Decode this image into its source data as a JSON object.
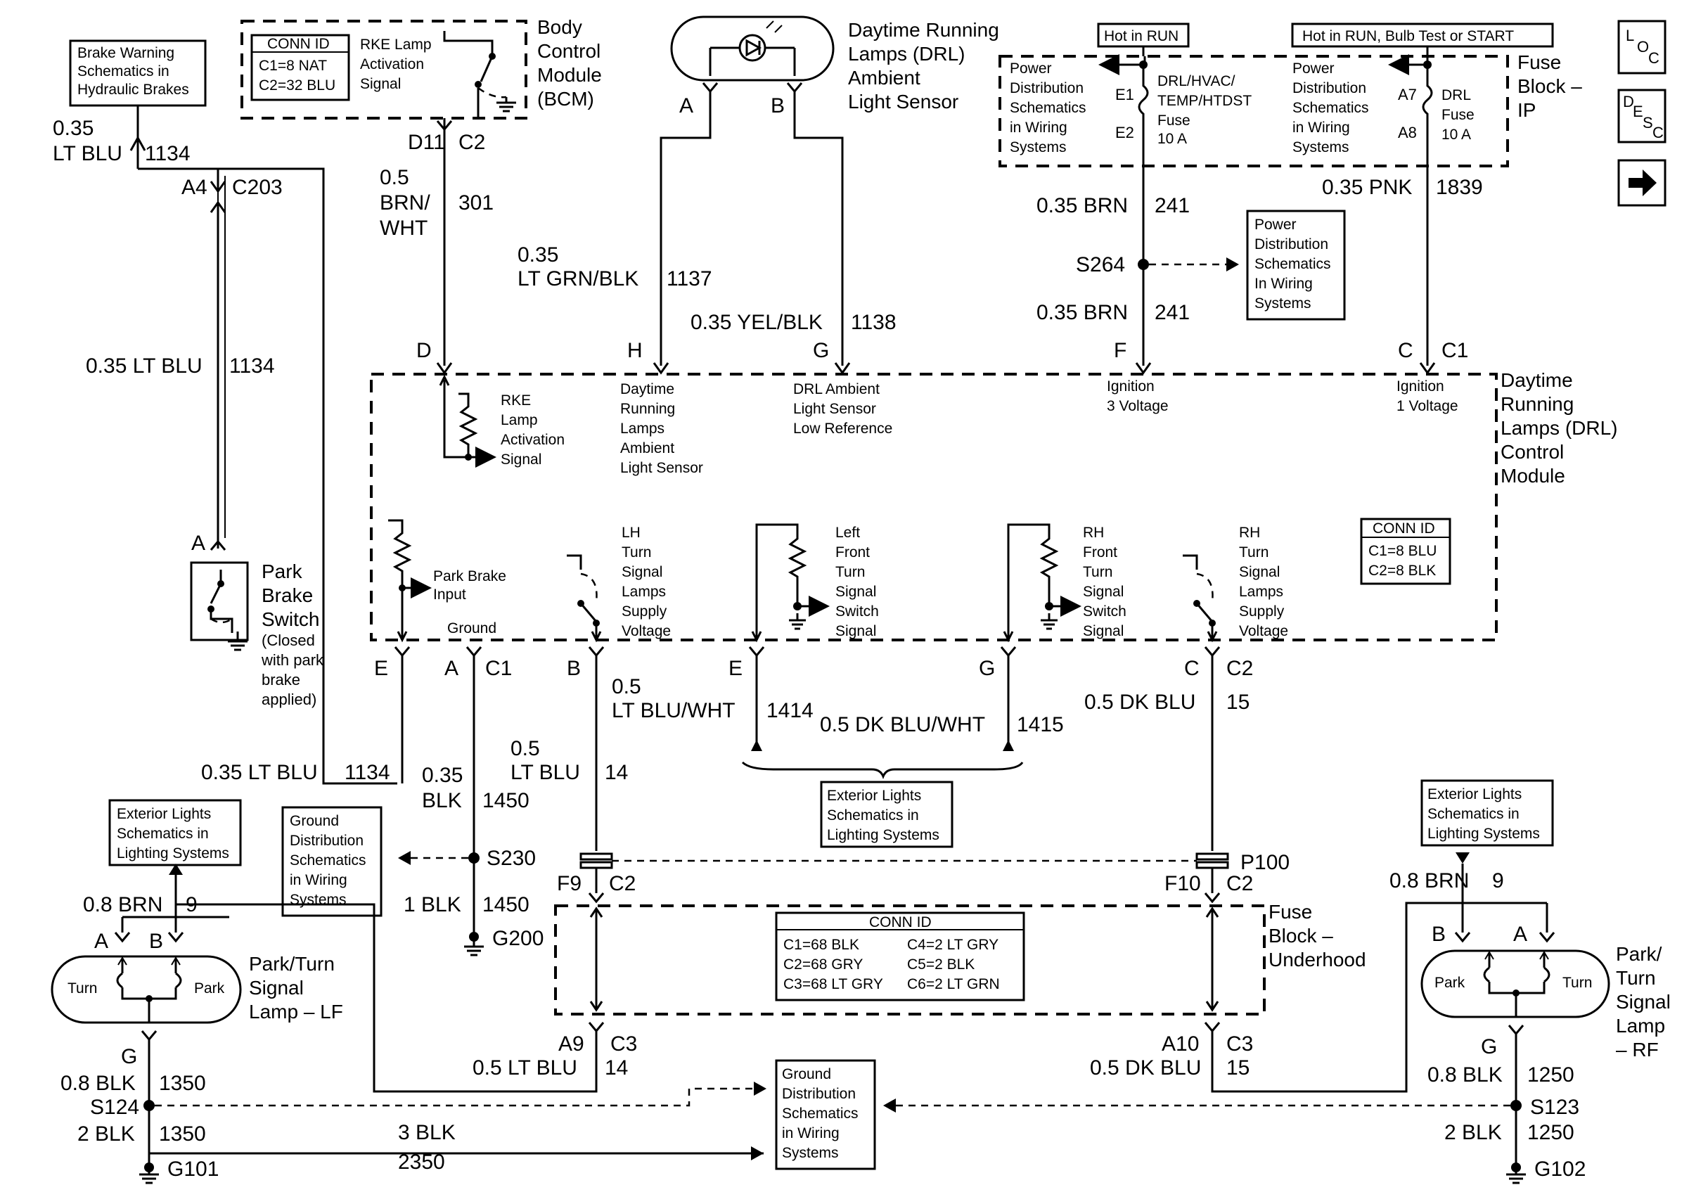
{
  "nav": {
    "loc_label": "LOC",
    "desc_label": "DESC",
    "arrow": "right-arrow-icon"
  },
  "refs": {
    "brake_warning": [
      "Brake Warning",
      "Schematics in",
      "Hydraulic Brakes"
    ],
    "power_dist_s264": [
      "Power",
      "Distribution",
      "Schematics",
      "In Wiring",
      "Systems"
    ],
    "ground_s230": [
      "Ground",
      "Distribution",
      "Schematics",
      "in Wiring",
      "Systems"
    ],
    "ext_lights_lf": [
      "Exterior Lights",
      "Schematics in",
      "Lighting Systems"
    ],
    "ext_lights_mid": [
      "Exterior Lights",
      "Schematics in",
      "Lighting Systems"
    ],
    "ext_lights_rf": [
      "Exterior Lights",
      "Schematics in",
      "Lighting Systems"
    ],
    "ground_bottom": [
      "Ground",
      "Distribution",
      "Schematics",
      "in Wiring",
      "Systems"
    ]
  },
  "bcm": {
    "title": [
      "Body",
      "Control",
      "Module",
      "(BCM)"
    ],
    "conn_id_header": "CONN ID",
    "conn_ids": [
      "C1=8 NAT",
      "C2=32 BLU"
    ],
    "signal": [
      "RKE Lamp",
      "Activation",
      "Signal"
    ],
    "pin": "D11",
    "conn": "C2"
  },
  "sensor": {
    "title": [
      "Daytime Running",
      "Lamps (DRL)",
      "Ambient",
      "Light Sensor"
    ],
    "pin_a": "A",
    "pin_b": "B"
  },
  "fuse_ip": {
    "title": [
      "Fuse",
      "Block –",
      "IP"
    ],
    "hot_run": "Hot in RUN",
    "hot_run_bulb": "Hot in RUN, Bulb Test or START",
    "left_ref": [
      "Power",
      "Distribution",
      "Schematics",
      "in Wiring",
      "Systems"
    ],
    "right_ref": [
      "Power",
      "Distribution",
      "Schematics",
      "in Wiring",
      "Systems"
    ],
    "fuse1": [
      "DRL/HVAC/",
      "TEMP/HTDST",
      "Fuse",
      "10 A"
    ],
    "fuse1_pins": [
      "E1",
      "E2"
    ],
    "fuse2": [
      "DRL",
      "Fuse",
      "10 A"
    ],
    "fuse2_pins": [
      "A7",
      "A8"
    ]
  },
  "wires": {
    "w1134_top": [
      "0.35",
      "LT BLU",
      "1134"
    ],
    "w1134_mid": [
      "0.35 LT BLU",
      "1134"
    ],
    "w1134_low": [
      "0.35 LT BLU",
      "1134"
    ],
    "c203": [
      "A4",
      "C203"
    ],
    "w301": [
      "0.5",
      "BRN/",
      "WHT",
      "301"
    ],
    "w1137": [
      "0.35",
      "LT GRN/BLK",
      "1137"
    ],
    "w1138": [
      "0.35 YEL/BLK",
      "1138"
    ],
    "w241_a": [
      "0.35 BRN",
      "241"
    ],
    "s264": "S264",
    "w241_b": [
      "0.35 BRN",
      "241"
    ],
    "w1839": [
      "0.35 PNK",
      "1839"
    ],
    "w1414": [
      "0.5",
      "LT BLU/WHT",
      "1414"
    ],
    "w1415": [
      "0.5 DK BLU/WHT",
      "1415"
    ],
    "w15_top": [
      "0.5 DK BLU",
      "15"
    ],
    "w14_top": [
      "0.5",
      "LT BLU",
      "14"
    ],
    "w1450_a": [
      "0.35",
      "BLK",
      "1450"
    ],
    "s230": "S230",
    "w1450_b": [
      "1 BLK",
      "1450"
    ],
    "g200": "G200",
    "p100": "P100",
    "f9": [
      "F9",
      "C2"
    ],
    "f10": [
      "F10",
      "C2"
    ],
    "a9": [
      "A9",
      "C3"
    ],
    "a10": [
      "A10",
      "C3"
    ],
    "w14_bot": [
      "0.5 LT BLU",
      "14"
    ],
    "w15_bot": [
      "0.5 DK BLU",
      "15"
    ],
    "w9_lf": [
      "0.8 BRN",
      "9"
    ],
    "w9_rf": [
      "0.8 BRN",
      "9"
    ],
    "w1350_a": [
      "0.8 BLK",
      "1350"
    ],
    "s124": "S124",
    "w1350_b": [
      "2 BLK",
      "1350"
    ],
    "g101": "G101",
    "w2350": [
      "3 BLK",
      "2350"
    ],
    "w1250_a": [
      "0.8 BLK",
      "1250"
    ],
    "s123": "S123",
    "w1250_b": [
      "2 BLK",
      "1250"
    ],
    "g102": "G102"
  },
  "drl_module": {
    "title": [
      "Daytime",
      "Running",
      "Lamps (DRL)",
      "Control",
      "Module"
    ],
    "top_pins": [
      "D",
      "H",
      "G",
      "F",
      "C",
      "C1"
    ],
    "top_labels": {
      "rke": [
        "RKE",
        "Lamp",
        "Activation",
        "Signal"
      ],
      "sensor": [
        "Daytime",
        "Running",
        "Lamps",
        "Ambient",
        "Light Sensor"
      ],
      "low_ref": [
        "DRL Ambient",
        "Light Sensor",
        "Low Reference"
      ],
      "ign3": [
        "Ignition",
        "3 Voltage"
      ],
      "ign1": [
        "Ignition",
        "1 Voltage"
      ]
    },
    "bottom_labels": {
      "park_brake": [
        "Park Brake",
        "Input"
      ],
      "ground": "Ground",
      "lh_supply": [
        "LH",
        "Turn",
        "Signal",
        "Lamps",
        "Supply",
        "Voltage"
      ],
      "left_switch": [
        "Left",
        "Front",
        "Turn",
        "Signal",
        "Switch",
        "Signal"
      ],
      "right_switch": [
        "RH",
        "Front",
        "Turn",
        "Signal",
        "Switch",
        "Signal"
      ],
      "rh_supply": [
        "RH",
        "Turn",
        "Signal",
        "Lamps",
        "Supply",
        "Voltage"
      ]
    },
    "bottom_pins": [
      "E",
      "A",
      "C1",
      "B",
      "E",
      "G",
      "C",
      "C2"
    ],
    "conn_id_header": "CONN ID",
    "conn_ids": [
      "C1=8 BLU",
      "C2=8 BLK"
    ]
  },
  "park_brake_switch": {
    "title": [
      "Park",
      "Brake",
      "Switch"
    ],
    "note": [
      "(Closed",
      "with park",
      "brake",
      "applied)"
    ],
    "pin": "A"
  },
  "fuse_underhood": {
    "title": [
      "Fuse",
      "Block –",
      "Underhood"
    ],
    "conn_id_header": "CONN ID",
    "conn_ids_left": [
      "C1=68 BLK",
      "C2=68 GRY",
      "C3=68 LT GRY"
    ],
    "conn_ids_right": [
      "C4=2 LT GRY",
      "C5=2 BLK",
      "C6=2 LT GRN"
    ]
  },
  "lamp_lf": {
    "title": [
      "Park/Turn",
      "Signal",
      "Lamp – LF"
    ],
    "turn": "Turn",
    "park": "Park",
    "pins": [
      "A",
      "B"
    ],
    "ground_pin": "G"
  },
  "lamp_rf": {
    "title": [
      "Park/",
      "Turn",
      "Signal",
      "Lamp",
      "– RF"
    ],
    "turn": "Turn",
    "park": "Park",
    "pins": [
      "B",
      "A"
    ],
    "ground_pin": "G"
  }
}
